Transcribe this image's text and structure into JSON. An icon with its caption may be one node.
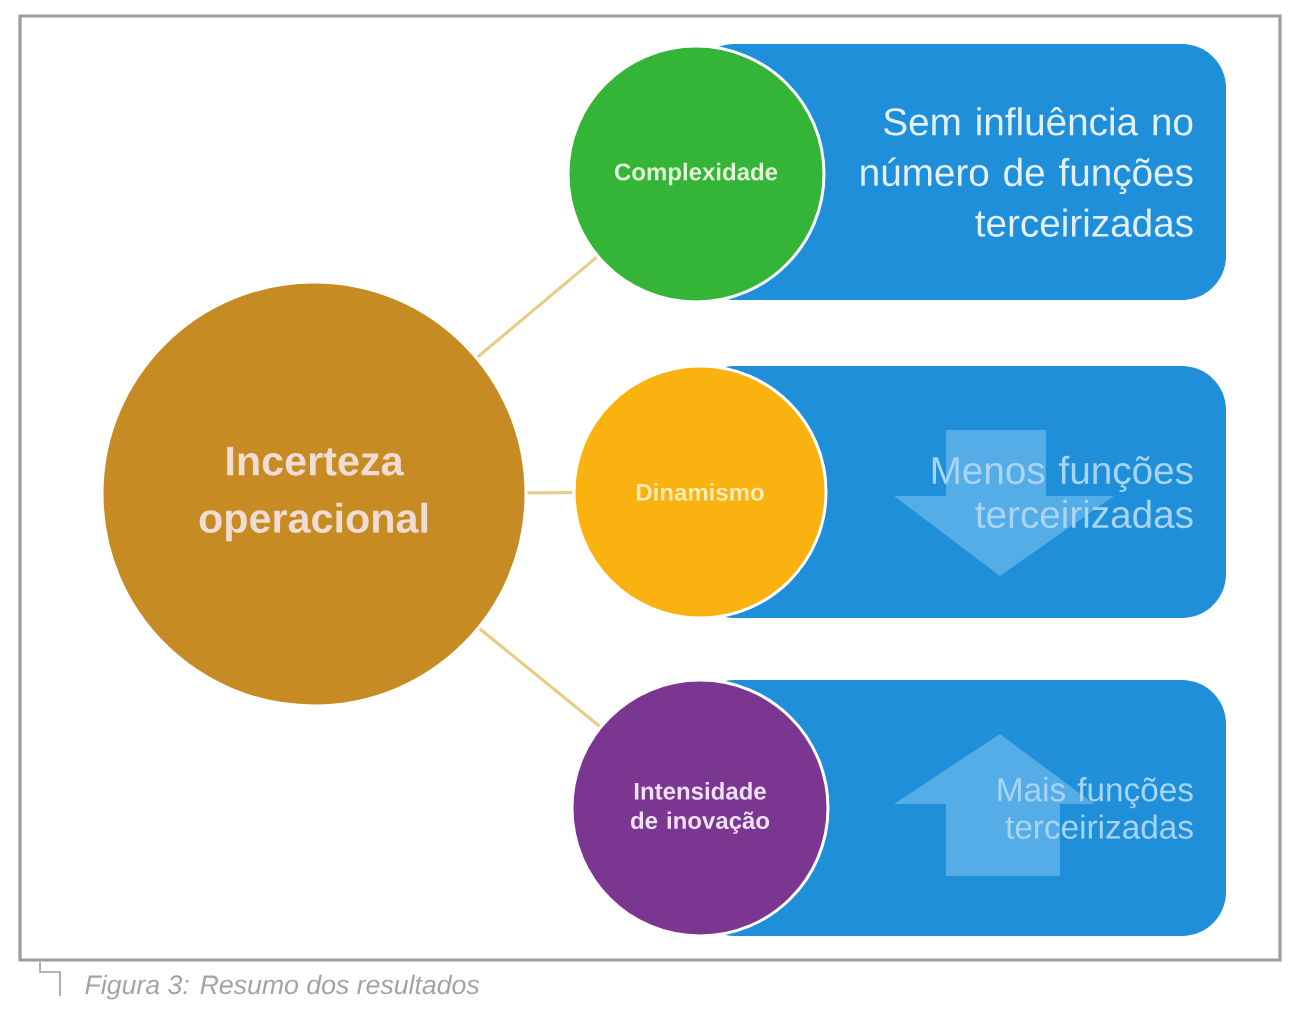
{
  "diagram": {
    "caption": "Figura 3: Resumo dos resultados",
    "nodes": [
      {
        "text": [
          "Incerteza operacional"
        ]
      },
      {
        "text": [
          "Complexidade"
        ]
      },
      {
        "text": [
          "Sem influência no número de funções terceirizadas"
        ]
      },
      {
        "text": [
          "Dinamismo"
        ]
      },
      {
        "text": [
          "Menos funções terceirizadas"
        ]
      },
      {
        "text": [
          "Intensidade de inovação"
        ]
      },
      {
        "text": [
          "Mais funções terceirizadas"
        ]
      }
    ],
    "edges": [
      {
        "from": 0,
        "to": 1,
        "arrow": "none"
      },
      {
        "from": 0,
        "to": 3,
        "arrow": "none"
      },
      {
        "from": 0,
        "to": 5,
        "arrow": "none"
      }
    ]
  }
}
